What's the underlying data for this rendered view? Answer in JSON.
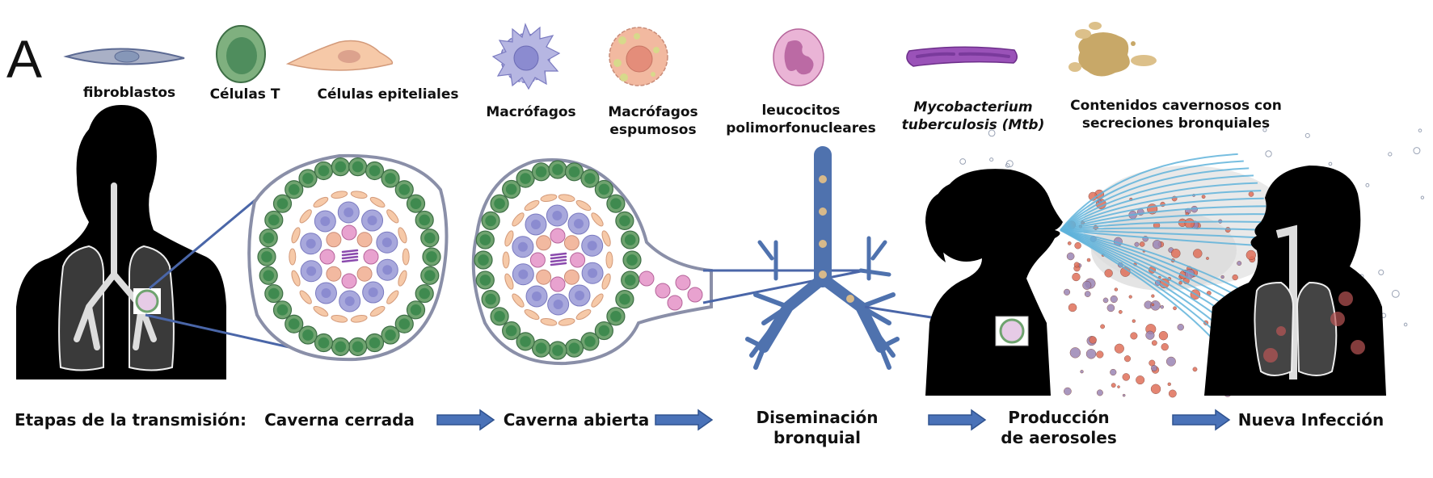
{
  "panel_letter": "A",
  "legend": [
    {
      "id": "fibroblast",
      "label": "fibroblastos",
      "icon": "fibroblast-cell-icon"
    },
    {
      "id": "t-cell",
      "label": "Células T",
      "icon": "t-cell-icon"
    },
    {
      "id": "epithelial",
      "label": "Células epiteliales",
      "icon": "epithelial-cell-icon"
    },
    {
      "id": "macrophage",
      "label": "Macrófagos",
      "icon": "macrophage-icon"
    },
    {
      "id": "foamy-macrophage",
      "label_lines": [
        "Macrófagos",
        "espumosos"
      ],
      "icon": "foamy-macrophage-icon"
    },
    {
      "id": "pmn",
      "label_lines": [
        "leucocitos",
        "polimorfonucleares"
      ],
      "icon": "neutrophil-icon"
    },
    {
      "id": "mtb",
      "label_lines": [
        "Mycobacterium",
        "tuberculosis (Mtb)"
      ],
      "italic": true,
      "icon": "bacillus-icon"
    },
    {
      "id": "cavern-contents",
      "label_lines": [
        "Contenidos cavernosos con",
        "secreciones bronquiales"
      ],
      "icon": "caseum-icon"
    }
  ],
  "stages": {
    "heading": "Etapas de la transmisión:",
    "items": [
      {
        "label_lines": [
          "Caverna cerrada"
        ]
      },
      {
        "label_lines": [
          "Caverna abierta"
        ]
      },
      {
        "label_lines": [
          "Diseminación",
          "bronquial"
        ]
      },
      {
        "label_lines": [
          "Producción",
          "de aerosoles"
        ]
      },
      {
        "label_lines": [
          "Nueva Infección"
        ]
      }
    ]
  },
  "colors": {
    "arrow_fill": "#4a72b8",
    "arrow_stroke": "#2f528f",
    "connector": "#4a66a8",
    "t_cell": "#6fa36f",
    "t_cell_nucleus": "#3f8a4f",
    "fibroblast": "#a9b0c6",
    "epithelial": "#f6c9a8",
    "macrophage": "#a8a8dc",
    "foamy": "#f2b9a0",
    "neutrophil": "#e8a2cf",
    "mtb": "#8a4aad",
    "caseum": "#d2b06c",
    "airway": "#4f72ae",
    "droplet_red": "#e0705a",
    "droplet_purple": "#9b86b5",
    "stream_blue": "#5fb3da"
  }
}
